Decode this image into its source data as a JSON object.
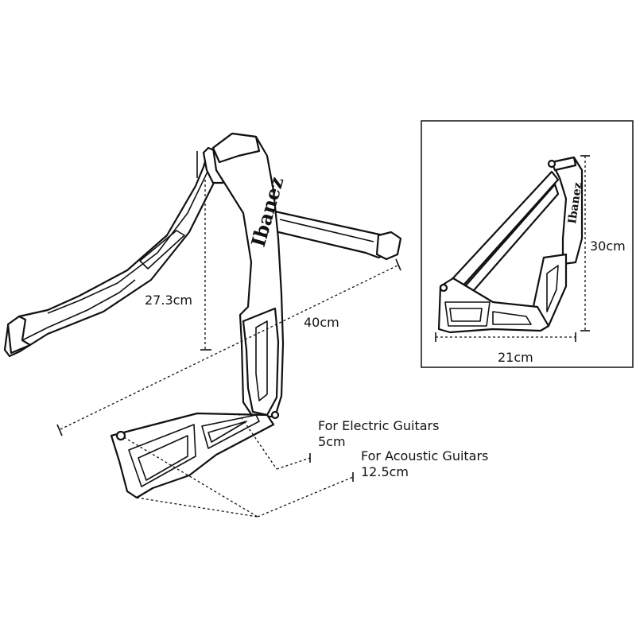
{
  "labels": {
    "height_main": "27.3cm",
    "length_main": "40cm",
    "electric_title": "For Electric Guitars",
    "electric_value": "5cm",
    "acoustic_title": "For Acoustic Guitars",
    "acoustic_value": "12.5cm",
    "inset_height": "30cm",
    "inset_width": "21cm"
  },
  "logos": {
    "main": "Ibanez",
    "inset": "Ibanez"
  },
  "colors": {
    "line": "#111111",
    "background": "#ffffff"
  }
}
